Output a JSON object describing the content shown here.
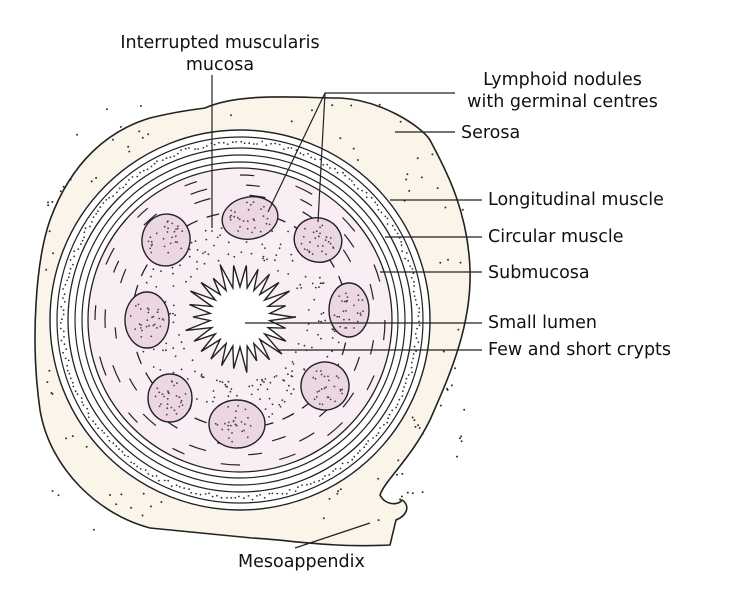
{
  "labels": {
    "muscularis_line1": "Interrupted muscularis",
    "muscularis_line2": "mucosa",
    "lymphoid_line1": "Lymphoid nodules",
    "lymphoid_line2": "with germinal centres",
    "serosa": "Serosa",
    "longitudinal": "Longitudinal muscle",
    "circular": "Circular muscle",
    "submucosa": "Submucosa",
    "lumen": "Small lumen",
    "crypts": "Few and short crypts",
    "mesoappendix": "Mesoappendix"
  },
  "colors": {
    "serosa_fill": "#fbf5e9",
    "muscle_fill": "#ffffff",
    "submucosa_fill": "#f8eef3",
    "nodule_fill": "#edd6e4",
    "stroke": "#222222"
  }
}
